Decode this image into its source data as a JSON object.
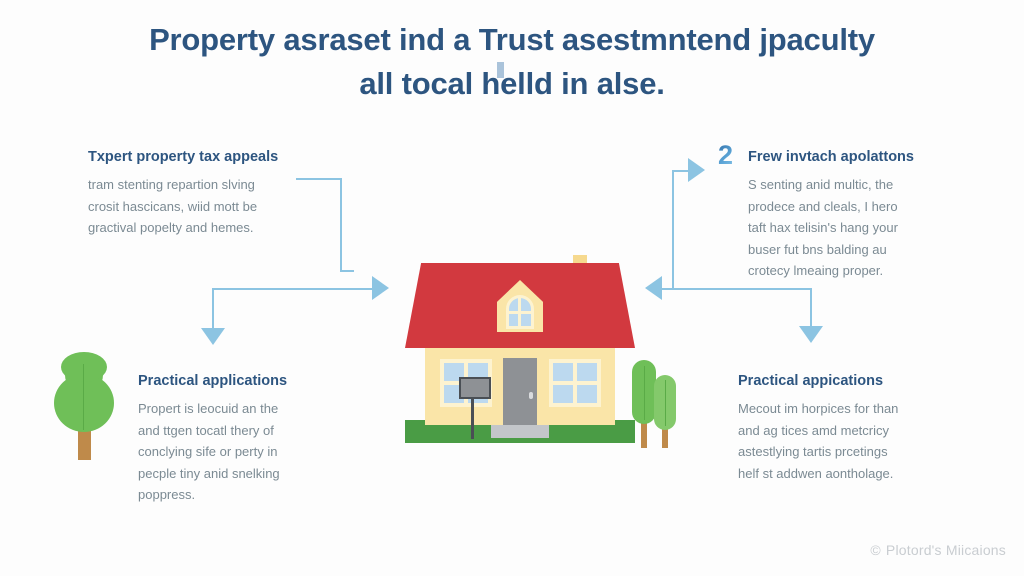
{
  "background_color": "#fdfdfd",
  "title": {
    "line1": "Property asraset ind a Trust asestmntend jpaculty",
    "line2": "all tocal helld in alse.",
    "color": "#2d5580"
  },
  "colors": {
    "heading": "#2d5580",
    "body_text": "#7b8a93",
    "connector": "#8cc4e2",
    "roof": "#d2393f",
    "wall": "#fae5a8",
    "door": "#8e9195",
    "window": "#bcd9ef",
    "grass": "#4a9c45",
    "tree_foliage": "#6fbf58",
    "tree_trunk": "#bf8a4a",
    "watermark": "#c9cdd1"
  },
  "blocks": {
    "top_left": {
      "heading": "Txpert property tax appeals",
      "body": [
        "tram stenting repartion slving",
        "crosit hascicans, wiid mott be",
        "gractival popelty and hemes."
      ]
    },
    "top_right": {
      "step_number": "2",
      "heading": "Frew invtach apolattons",
      "body": [
        "S senting anid multic, the",
        "prodece and cleals, I hero",
        "taft hax telisin's hang your",
        "buser fut bns balding au",
        "crotecy lmeaing proper."
      ]
    },
    "bottom_left": {
      "heading": "Practical applications",
      "body": [
        "Propert is leocuid an the",
        "and ttgen tocatl thery of",
        "conclying sife or perty in",
        "pecple tiny anid snelking",
        "poppress."
      ]
    },
    "bottom_right": {
      "heading": "Practical appications",
      "body": [
        "Mecout im horpices for than",
        "and ag tices amd metcricy",
        "astestlying tartis prcetings",
        "helf st addwen aontholage."
      ]
    }
  },
  "illustration": {
    "house_label": "house-illustration",
    "sign_label": "for-sale-sign",
    "tree_left_label": "tree",
    "tree_right_label": "trees"
  },
  "watermark": {
    "symbol": "©",
    "text": "Plotord's Miicaions"
  }
}
